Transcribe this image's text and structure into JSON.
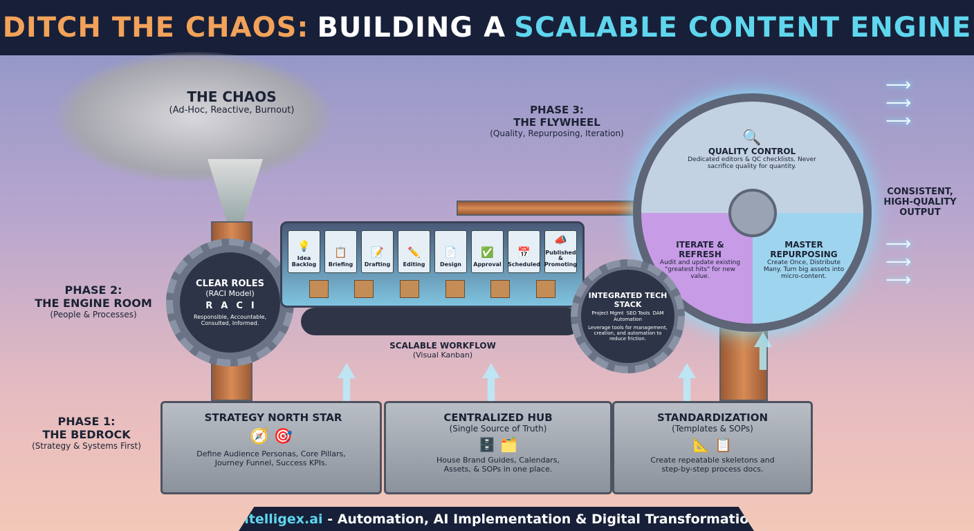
{
  "header": {
    "title_part1": "DITCH THE CHAOS:",
    "title_part2": "BUILDING A",
    "title_part3": "SCALABLE CONTENT ENGINE"
  },
  "chaos": {
    "title": "THE CHAOS",
    "subtitle": "(Ad-Hoc, Reactive, Burnout)"
  },
  "phase3": {
    "label": "PHASE 3:",
    "title": "THE FLYWHEEL",
    "subtitle": "(Quality, Repurposing, Iteration)"
  },
  "phase2": {
    "label": "PHASE 2:",
    "title": "THE ENGINE ROOM",
    "subtitle": "(People & Processes)"
  },
  "phase1": {
    "label": "PHASE 1:",
    "title": "THE BEDROCK",
    "subtitle": "(Strategy & Systems First)"
  },
  "roles": {
    "title": "CLEAR ROLES",
    "subtitle": "(RACI Model)",
    "letters": [
      "R",
      "A",
      "C",
      "I"
    ],
    "desc": "Responsible, Accountable, Consulted, Informed."
  },
  "workflow": {
    "stages": [
      "Idea Backlog",
      "Briefing",
      "Drafting",
      "Editing",
      "Design",
      "Approval",
      "Scheduled",
      "Published & Promoting"
    ],
    "title": "SCALABLE WORKFLOW",
    "subtitle": "(Visual Kanban)"
  },
  "tech": {
    "title": "INTEGRATED TECH STACK",
    "tools": [
      "Project Mgmt",
      "SEO Tools",
      "DAM",
      "Automation"
    ],
    "desc": "Leverage tools for management, creation, and automation to reduce friction."
  },
  "flywheel": {
    "qc": {
      "title": "QUALITY CONTROL",
      "desc": "Dedicated editors & QC checklists. Never sacrifice quality for quantity."
    },
    "iterate": {
      "title": "ITERATE & REFRESH",
      "desc": "Audit and update existing \"greatest hits\" for new value."
    },
    "repurpose": {
      "title": "MASTER REPURPOSING",
      "desc": "Create Once, Distribute Many. Turn big assets into micro-content."
    }
  },
  "output": "CONSISTENT, HIGH-QUALITY OUTPUT",
  "blocks": [
    {
      "title": "STRATEGY NORTH STAR",
      "subtitle": "",
      "desc": "Define Audience Personas, Core Pillars, Journey Funnel, Success KPIs."
    },
    {
      "title": "CENTRALIZED HUB",
      "subtitle": "(Single Source of Truth)",
      "desc": "House Brand Guides, Calendars, Assets, & SOPs in one place."
    },
    {
      "title": "STANDARDIZATION",
      "subtitle": "(Templates & SOPs)",
      "desc": "Create repeatable skeletons and step-by-step process docs."
    }
  ],
  "footer": {
    "brand": "Intelligex.ai",
    "tagline": " - Automation, AI Implementation & Digital Transformation"
  }
}
